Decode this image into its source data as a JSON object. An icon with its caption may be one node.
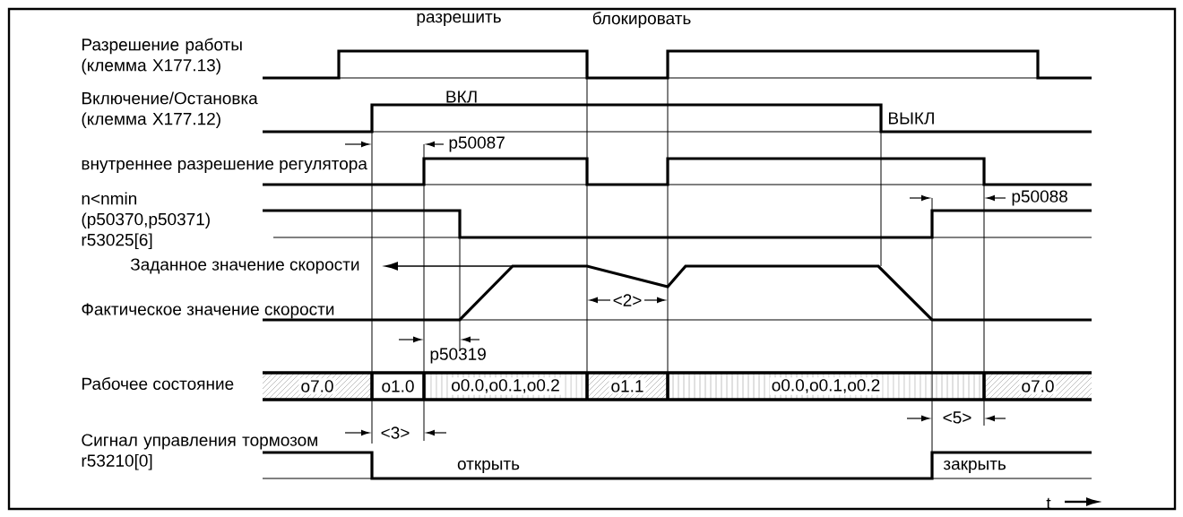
{
  "diagram": {
    "nodes": [
      {
        "text": [
          "o7.0"
        ]
      },
      {
        "text": [
          "o1.0"
        ]
      },
      {
        "text": [
          "o0.0,o0.1,o0.2"
        ]
      },
      {
        "text": [
          "o1.1"
        ]
      },
      {
        "text": [
          "o0.0,o0.1,o0.2"
        ]
      },
      {
        "text": [
          "o7.0"
        ]
      },
      {
        "text": [
          "Заданное значение скорости"
        ]
      }
    ],
    "edges": [
      {
        "from": null,
        "to": 6,
        "arrow": "to"
      }
    ],
    "labels": [
      "разрешить",
      "блокировать",
      "Разрешение работы (клемма X177.13)",
      "ВКЛ",
      "Включение/Остановка (клемма X177.12)",
      "ВЫКЛ",
      "p50087",
      "внутреннее разрешение регулятора",
      "n<nmin (p50370,p50371) r53025[6]",
      "p50088",
      "Фактическое значение скорости",
      "<2>",
      "p50319",
      "Рабочее состояние",
      "<3>",
      "<5>",
      "Сигнал управления тормозом r53210[0]",
      "открыть",
      "закрыть",
      "t"
    ]
  }
}
